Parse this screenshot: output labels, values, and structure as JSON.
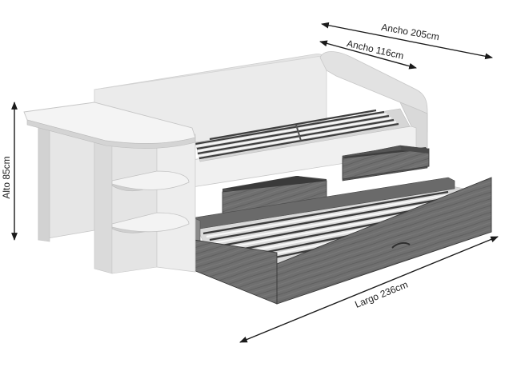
{
  "dimensions": {
    "ancho_total": "Ancho 205cm",
    "ancho_cama": "Ancho 116cm",
    "alto": "Alto 85cm",
    "largo": "Largo 236cm"
  },
  "colors": {
    "white_panel": "#e6e6e6",
    "white_light": "#f2f2f2",
    "white_shadow": "#cfcfcf",
    "gray_wood": "#6d6d6d",
    "gray_wood_dark": "#4e4e4e",
    "slat_dark": "#3c3c3c",
    "arrow": "#1a1a1a"
  }
}
